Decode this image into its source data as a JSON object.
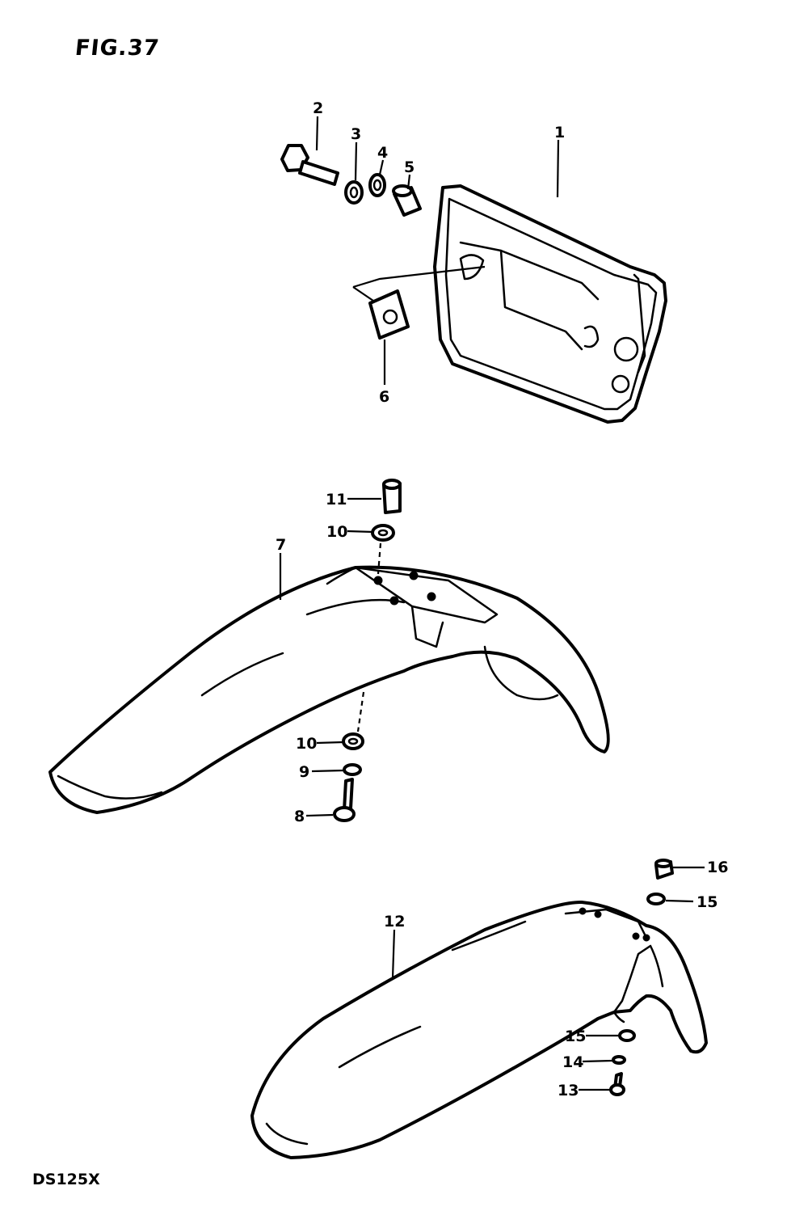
{
  "figure": {
    "title": "FIG.37",
    "model": "DS125X"
  },
  "callouts": [
    {
      "id": "1",
      "label": "1"
    },
    {
      "id": "2",
      "label": "2"
    },
    {
      "id": "3",
      "label": "3"
    },
    {
      "id": "4",
      "label": "4"
    },
    {
      "id": "5",
      "label": "5"
    },
    {
      "id": "6",
      "label": "6"
    },
    {
      "id": "7",
      "label": "7"
    },
    {
      "id": "8",
      "label": "8"
    },
    {
      "id": "9",
      "label": "9"
    },
    {
      "id": "10a",
      "label": "10"
    },
    {
      "id": "10b",
      "label": "10"
    },
    {
      "id": "11",
      "label": "11"
    },
    {
      "id": "12",
      "label": "12"
    },
    {
      "id": "13",
      "label": "13"
    },
    {
      "id": "14",
      "label": "14"
    },
    {
      "id": "15a",
      "label": "15"
    },
    {
      "id": "15b",
      "label": "15"
    },
    {
      "id": "16",
      "label": "16"
    }
  ]
}
